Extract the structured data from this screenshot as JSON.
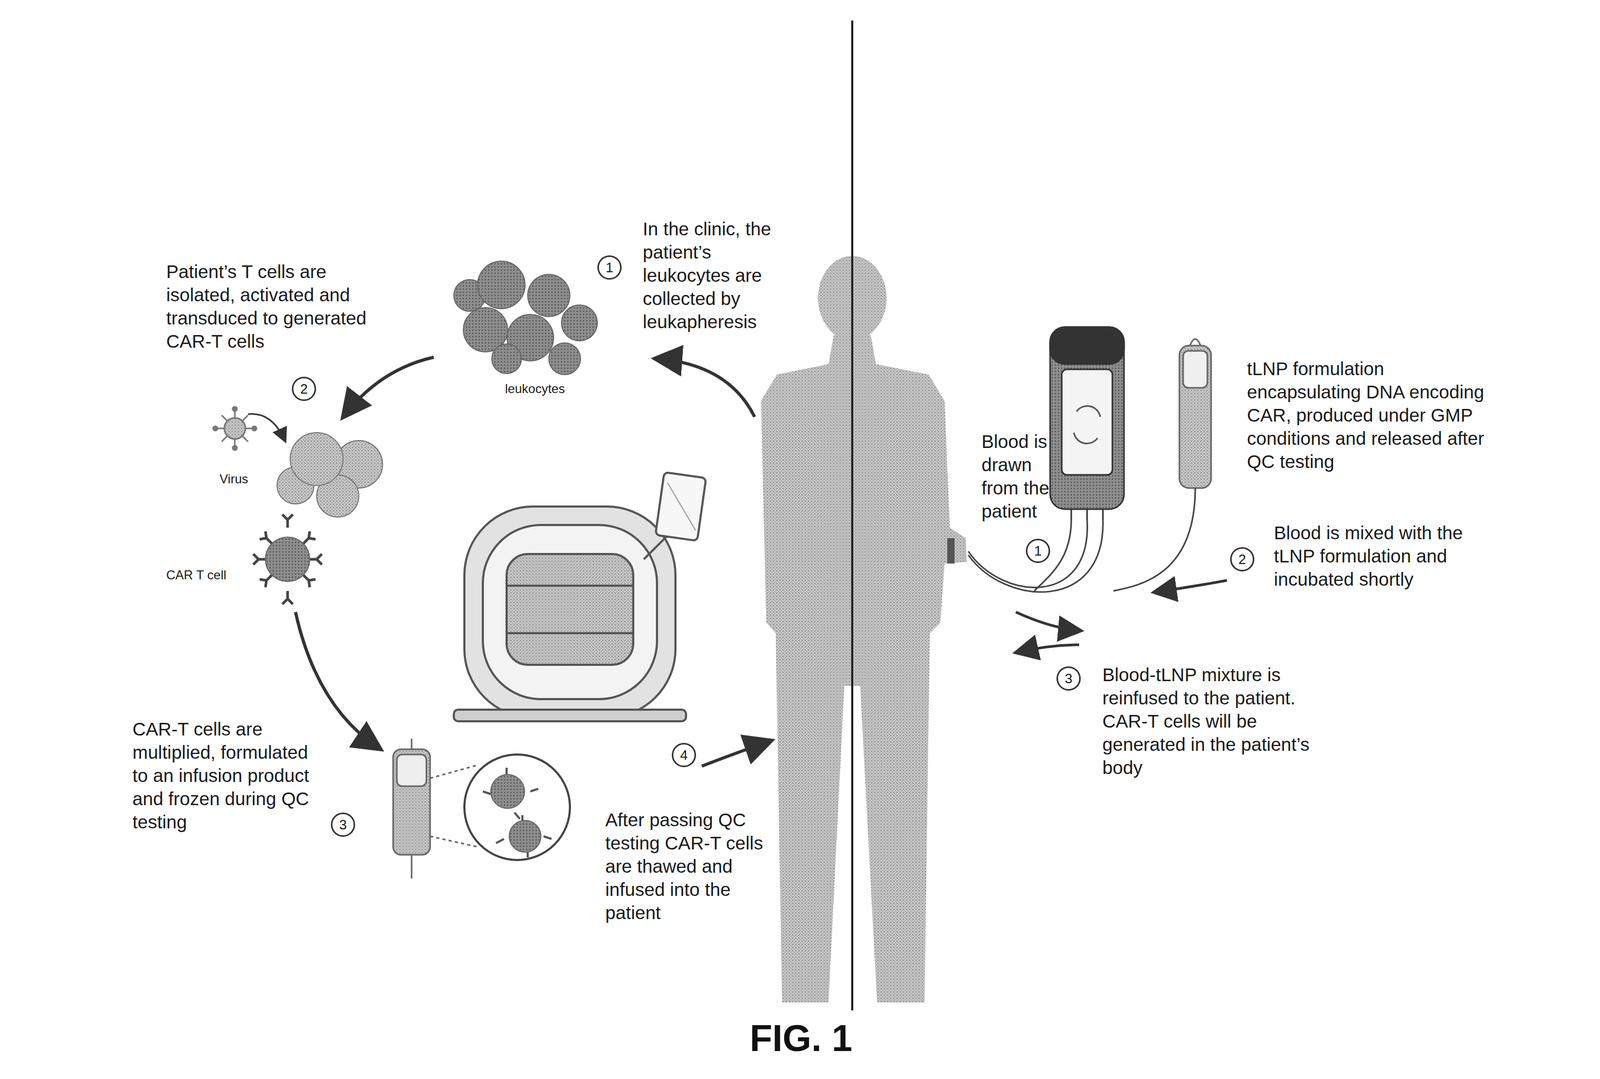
{
  "diagram": {
    "caption": "FIG. 1",
    "nodes": [
      {
        "text": [
          "1"
        ]
      },
      {
        "text": [
          "2"
        ]
      },
      {
        "text": [
          "3"
        ]
      },
      {
        "text": [
          "4"
        ]
      },
      {
        "text": [
          "1"
        ]
      },
      {
        "text": [
          "2"
        ]
      },
      {
        "text": [
          "3"
        ]
      }
    ],
    "labels": [
      "In the clinic, the patient’s leukocytes are collected by leukapheresis",
      "Patient’s T cells are isolated, activated and transduced to generated CAR-T cells",
      "leukocytes",
      "Virus",
      "CAR T cell",
      "CAR-T cells are multiplied, formulated to an infusion product and frozen during QC testing",
      "After passing QC testing CAR-T cells are thawed and infused into the patient",
      "Blood is drawn from the patient",
      "tLNP formulation encapsulating DNA encoding CAR, produced under GMP conditions and released after QC testing",
      "Blood is mixed with the tLNP formulation and incubated shortly",
      "Blood-tLNP mixture is reinfused to the patient. CAR-T cells will be generated in the patient’s body"
    ]
  }
}
